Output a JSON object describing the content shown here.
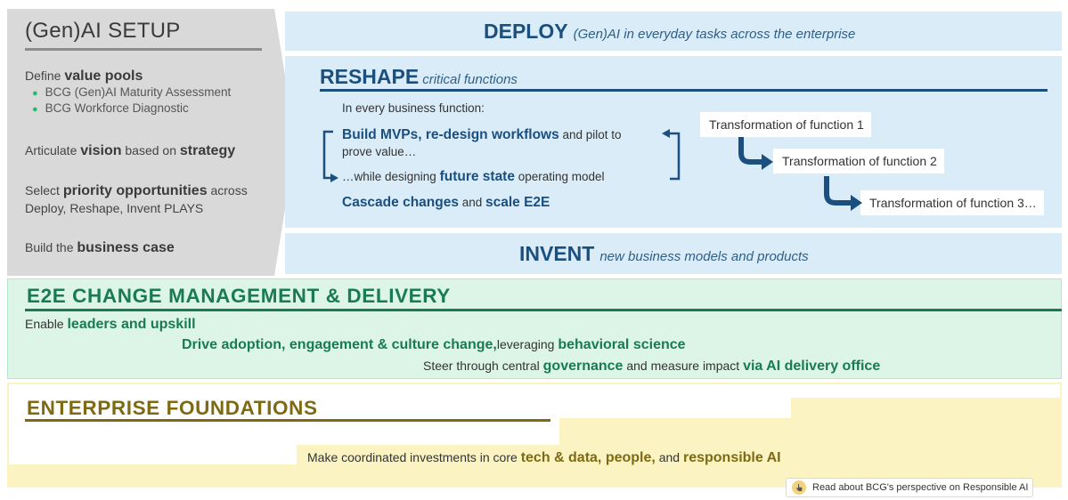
{
  "setup": {
    "title": "(Gen)AI SETUP",
    "value_pools": {
      "prefix": "Define ",
      "bold": "value pools"
    },
    "bullets": [
      "BCG (Gen)AI Maturity Assessment",
      "BCG Workforce Diagnostic"
    ],
    "vision": {
      "t1": "Articulate ",
      "b1": "vision",
      "t2": " based on ",
      "b2": "strategy"
    },
    "priority": {
      "t1": "Select ",
      "b1": "priority opportunities",
      "t2": " across",
      "line2": "Deploy, Reshape, Invent PLAYS"
    },
    "business_case": {
      "t1": "Build the ",
      "b1": "business case"
    }
  },
  "deploy": {
    "title": "DEPLOY",
    "subtitle": "(Gen)AI in everyday tasks across the enterprise"
  },
  "reshape": {
    "title": "RESHAPE",
    "subtitle": "critical functions",
    "intro": "In every business function:",
    "mvp": {
      "bold": "Build MVPs, re-design workflows",
      "t1": " and pilot to",
      "line2": "prove value…"
    },
    "future": {
      "t1": "…while designing ",
      "bold": "future state",
      "t2": " operating model"
    },
    "cascade": {
      "b1": "Cascade changes",
      "t1": " and ",
      "b2": "scale E2E"
    },
    "transformations": [
      "Transformation of function 1",
      "Transformation of function 2",
      "Transformation of function 3…"
    ]
  },
  "invent": {
    "title": "INVENT",
    "subtitle": "new business models and products"
  },
  "e2e": {
    "title": "E2E CHANGE MANAGEMENT & DELIVERY",
    "line1": {
      "t1": "Enable ",
      "b1": "leaders and upskill"
    },
    "line2": {
      "b1": "Drive adoption, engagement & culture change,",
      "t1": "leveraging ",
      "b2": "behavioral science"
    },
    "line3": {
      "t1": "Steer through central ",
      "b1": "governance",
      "t2": " and measure impact ",
      "b2": "via AI delivery office"
    }
  },
  "foundations": {
    "title": "ENTERPRISE FOUNDATIONS",
    "line": {
      "t1": "Make coordinated investments in core ",
      "b1": "tech & data, people,",
      "t2": " and ",
      "b2": "responsible AI"
    }
  },
  "link": {
    "label": "Read about BCG's perspective on Responsible AI"
  },
  "colors": {
    "setup_grey": "#d9d9d9",
    "blue_panel": "#d9ecf8",
    "blue_accent": "#1b4f7f",
    "green_panel": "#dcf5e6",
    "green_accent": "#197a56",
    "yellow_panel": "#fbf3c2",
    "yellow_accent": "#7d6a12"
  }
}
